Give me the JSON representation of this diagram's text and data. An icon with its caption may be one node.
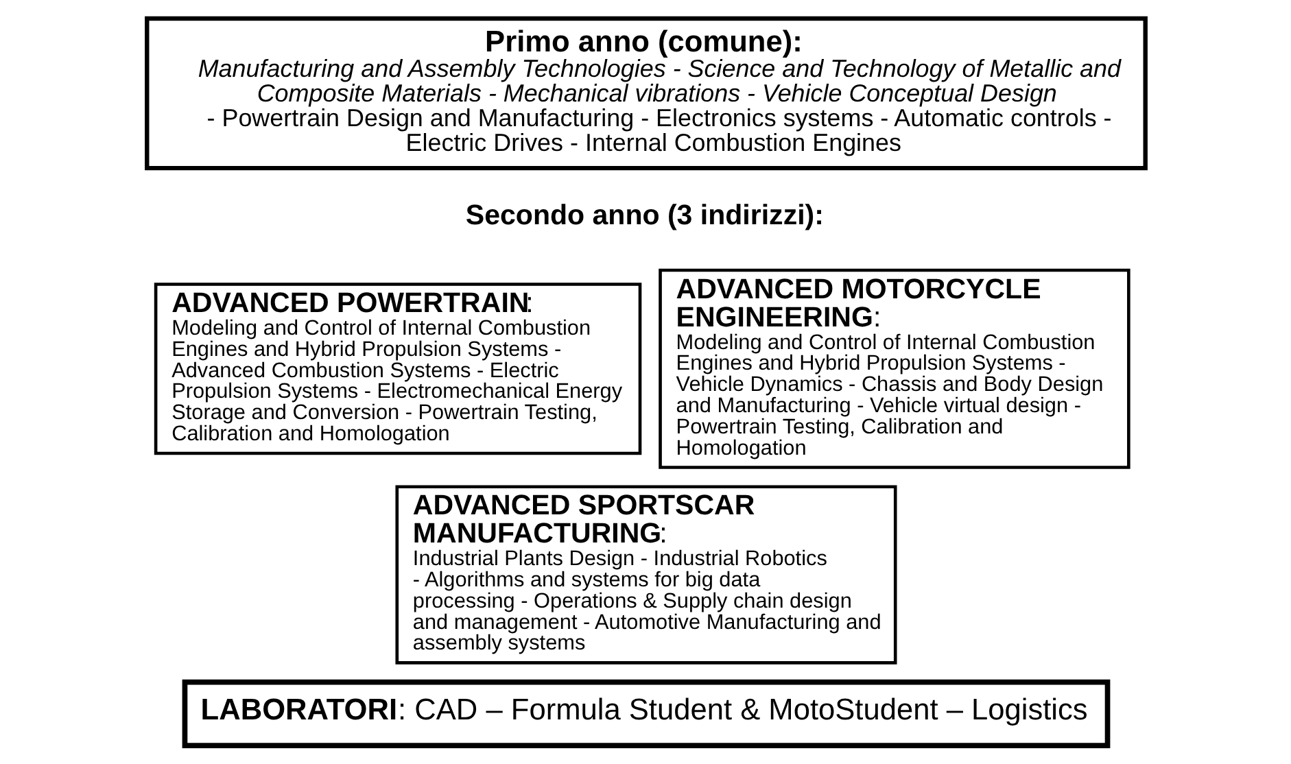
{
  "diagram": {
    "nodes": [
      {
        "text": [
          "Primo anno (comune):",
          "*Manufacturing and Assembly Technologies - Science and Technology of Metallic and Composite Materials - Mechanical vibrations - Vehicle Conceptual Design* - Powertrain Design and Manufacturing - Electronics systems - Automatic controls - Electric Drives - Internal Combustion Engines"
        ]
      },
      {
        "text": [
          "**ADVANCED POWERTRAIN**:",
          "Modeling and Control of Internal Combustion Engines and Hybrid Propulsion Systems - Advanced Combustion Systems - Electric Propulsion Systems - Electromechanical Energy Storage and Conversion - Powertrain Testing, Calibration and Homologation"
        ]
      },
      {
        "text": [
          "**ADVANCED MOTORCYCLE ENGINEERING**:",
          "Modeling and Control of Internal Combustion Engines and Hybrid Propulsion Systems - Vehicle Dynamics - Chassis and Body Design  and Manufacturing - Vehicle virtual design - Powertrain Testing, Calibration and Homologation"
        ]
      },
      {
        "text": [
          "**ADVANCED SPORTSCAR MANUFACTURING**:",
          "Industrial Plants Design - Industrial Robotics - Algorithms and systems for big data processing - Operations & Supply chain design and management - Automotive Manufacturing and assembly systems"
        ]
      },
      {
        "text": [
          "**LABORATORI**: CAD – Formula Student & MotoStudent – Logistics"
        ]
      }
    ],
    "labels": [
      "Secondo anno (3 indirizzi):"
    ]
  }
}
